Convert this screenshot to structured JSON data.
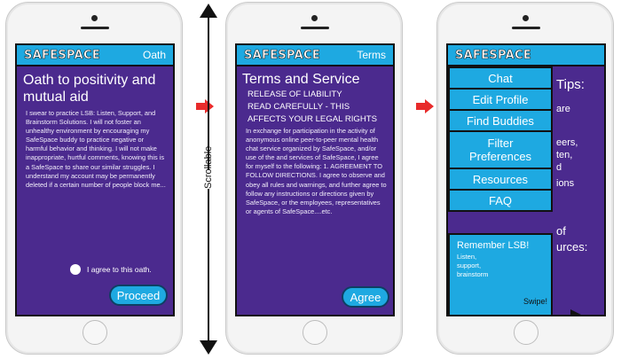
{
  "colors": {
    "screen_bg": "#4b2a8e",
    "accent": "#1ea9e1",
    "arrow_red": "#e82b2b"
  },
  "brand": "SAFESPACE",
  "scroll_label": "Scrollable",
  "screen1": {
    "top_label": "Oath",
    "heading": "Oath to positivity and mutual aid",
    "body": "I swear to practice LSB: Listen, Support, and Brainstorm Solutions. I will not foster an unhealthy environment by encouraging my SafeSpace buddy to practice negative or harmful behavior and thinking. I will not make inappropriate, hurtful comments, knowing this is a SafeSpace to share our similar struggles. I understand my account may be permanently deleted if a certain number of people block me...",
    "agree_label": "I agree to this oath.",
    "proceed_label": "Proceed"
  },
  "screen2": {
    "top_label": "Terms",
    "heading": "Terms and Service",
    "sub_lines": [
      "RELEASE OF LIABILITY",
      "READ CAREFULLY - THIS",
      "AFFECTS YOUR LEGAL RIGHTS"
    ],
    "body": "In exchange for participation in the activity of anonymous online peer-to-peer mental health chat service organized by SafeSpace, and/or use of the and services of SafeSpace, I agree for myself to the following: 1. AGREEMENT TO FOLLOW DIRECTIONS. I agree to observe and obey all rules and warnings, and further agree to follow any instructions or directions given by SafeSpace, or the employees, representatives or agents of SafeSpace....etc.",
    "agree_label": "Agree"
  },
  "screen3": {
    "menu": [
      "Chat",
      "Edit Profile",
      "Find Buddies",
      "Filter Preferences",
      "Resources",
      "FAQ"
    ],
    "remember_title": "Remember LSB!",
    "remember_lines": [
      "Listen,",
      "support,",
      "brainstorm"
    ],
    "swipe_label": "Swipe!",
    "background_fragments": [
      "Tips:",
      "are",
      "eers,",
      "ten,",
      "d",
      "ions",
      "of",
      "urces:"
    ]
  }
}
